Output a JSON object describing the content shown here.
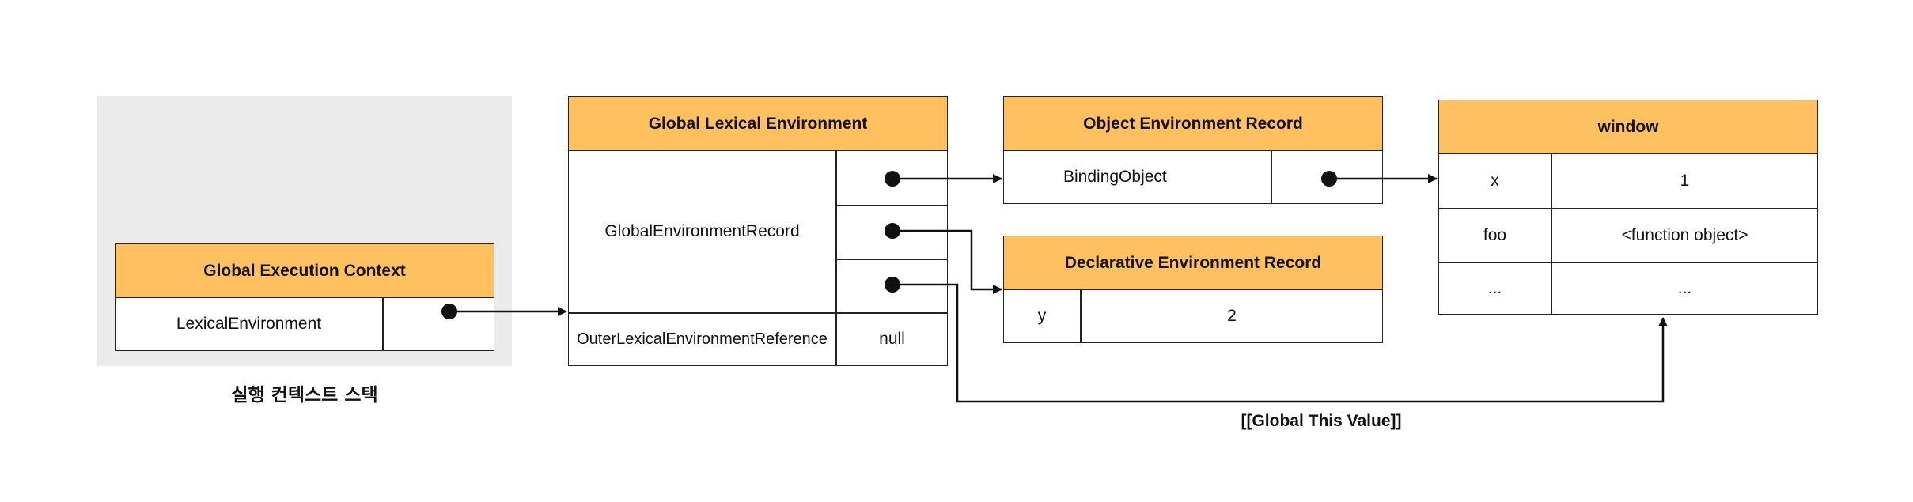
{
  "execution_context_stack": {
    "caption": "실행 컨텍스트 스택",
    "global_execution_context": {
      "title": "Global Execution Context",
      "field_label": "LexicalEnvironment"
    }
  },
  "global_lexical_environment": {
    "title": "Global Lexical Environment",
    "record_label": "GlobalEnvironmentRecord",
    "outer_label": "OuterLexicalEnvironmentReference",
    "outer_value": "null"
  },
  "object_environment_record": {
    "title": "Object Environment Record",
    "field_label": "BindingObject"
  },
  "declarative_environment_record": {
    "title": "Declarative Environment Record",
    "rows": [
      {
        "key": "y",
        "value": "2"
      }
    ]
  },
  "window_object": {
    "title": "window",
    "rows": [
      {
        "key": "x",
        "value": "1"
      },
      {
        "key": "foo",
        "value": "<function object>"
      },
      {
        "key": "...",
        "value": "..."
      }
    ]
  },
  "global_this_label": "[[Global This Value]]",
  "colors": {
    "header_fill": "#ffc060",
    "stack_background": "#ebebeb",
    "line": "#111111"
  }
}
